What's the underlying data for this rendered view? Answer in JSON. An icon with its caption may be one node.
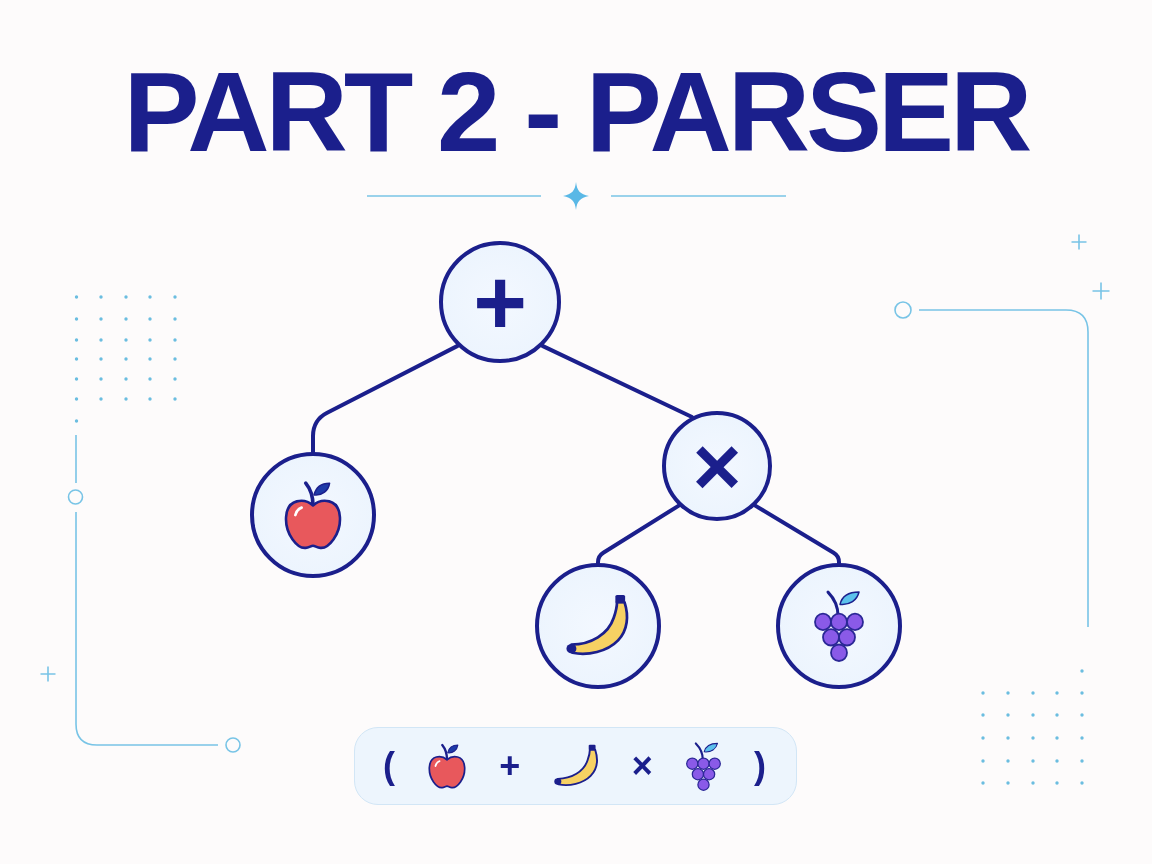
{
  "diagram": {
    "title": "PART 2 - PARSER",
    "nodes": [
      {
        "text": [
          "+"
        ]
      },
      {
        "text": [],
        "shape": "picture"
      },
      {
        "text": [
          "×"
        ]
      },
      {
        "text": [],
        "shape": "picture"
      },
      {
        "text": [],
        "shape": "picture"
      },
      {
        "text": [
          "(",
          "+",
          "×",
          ")"
        ]
      }
    ],
    "edges": [
      {
        "from": 0,
        "to": 1,
        "arrow": "none"
      },
      {
        "from": 0,
        "to": 2,
        "arrow": "none"
      },
      {
        "from": 2,
        "to": 3,
        "arrow": "none"
      },
      {
        "from": 2,
        "to": 4,
        "arrow": "none"
      }
    ]
  }
}
